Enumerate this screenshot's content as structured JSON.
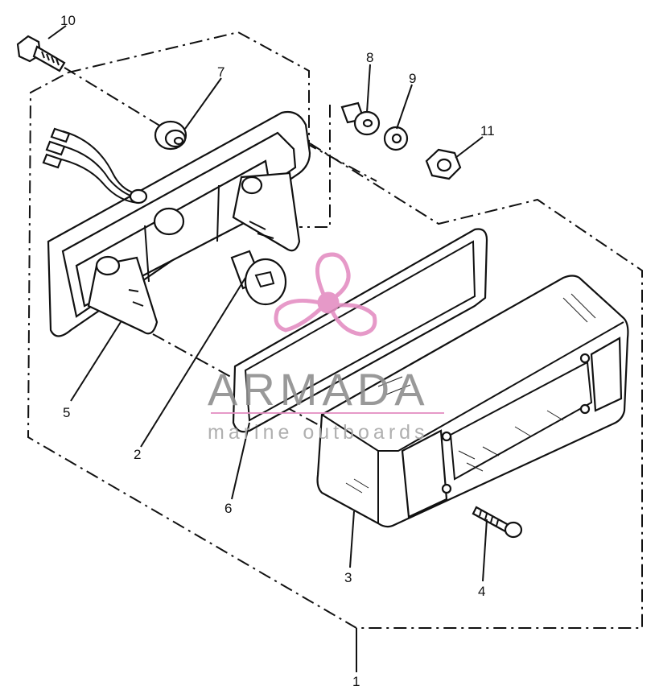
{
  "callouts": {
    "c1": "1",
    "c2": "2",
    "c3": "3",
    "c4": "4",
    "c5": "5",
    "c6": "6",
    "c7": "7",
    "c8": "8",
    "c9": "9",
    "c10": "10",
    "c11": "11"
  },
  "watermark": {
    "title": "ARMADA",
    "subtitle": "marine outboards",
    "logo_color": "#e48fc3"
  }
}
